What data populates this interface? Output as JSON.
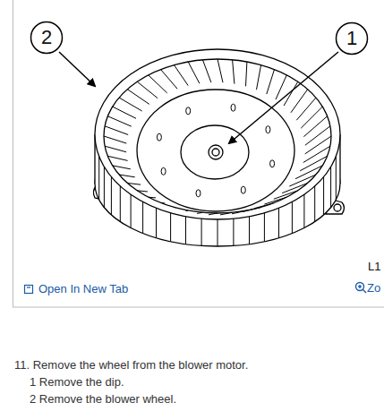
{
  "diagram": {
    "nodes": [
      {
        "text": [
          "2"
        ]
      },
      {
        "text": [
          "1"
        ]
      }
    ],
    "labels": [
      "L1",
      "Open In New Tab",
      "Zo",
      "11. Remove the wheel from the blower motor.",
      "1 Remove the dip.",
      "2 Remove the blower wheel."
    ]
  }
}
